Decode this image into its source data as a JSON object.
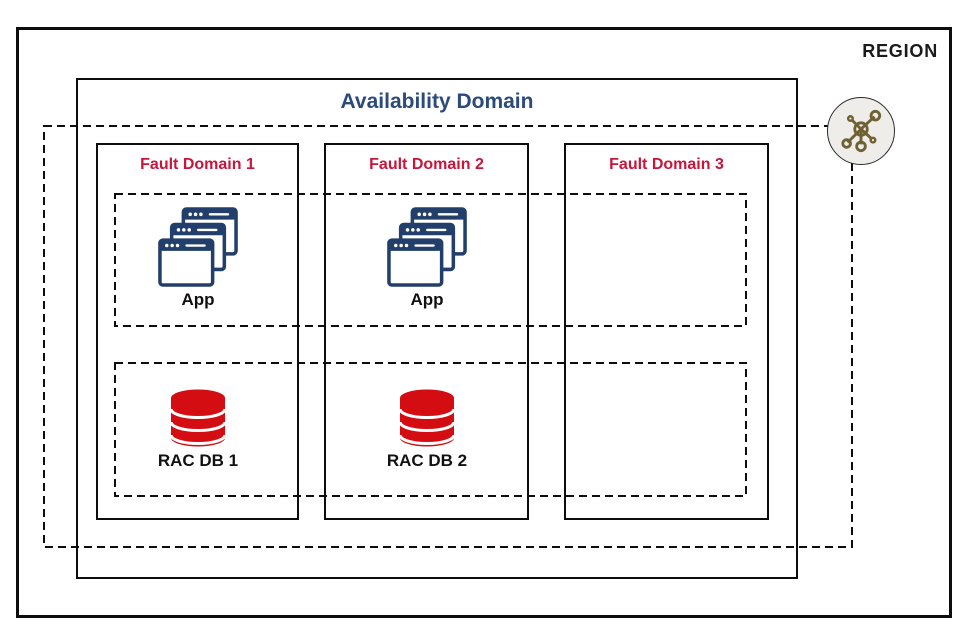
{
  "region": {
    "label": "REGION"
  },
  "availability_domain": {
    "title": "Availability Domain"
  },
  "fault_domains": [
    {
      "label": "Fault Domain 1"
    },
    {
      "label": "Fault Domain 2"
    },
    {
      "label": "Fault Domain 3"
    }
  ],
  "tiers": {
    "app": {
      "instances": [
        {
          "label": "App"
        },
        {
          "label": "App"
        }
      ]
    },
    "db": {
      "instances": [
        {
          "label": "RAC DB 1"
        },
        {
          "label": "RAC DB 2"
        }
      ]
    }
  },
  "icons": {
    "network": "network-hub-icon",
    "app": "app-windows-icon",
    "database": "database-cylinder-icon"
  },
  "colors": {
    "line": "#0d0d0d",
    "availability_domain_title": "#2c4a7c",
    "fault_domain_label": "#c9143c",
    "app_icon": "#223e6a",
    "database_icon": "#d40d12",
    "network_icon": "#6f6132",
    "network_circle_bg": "#eeede9"
  }
}
